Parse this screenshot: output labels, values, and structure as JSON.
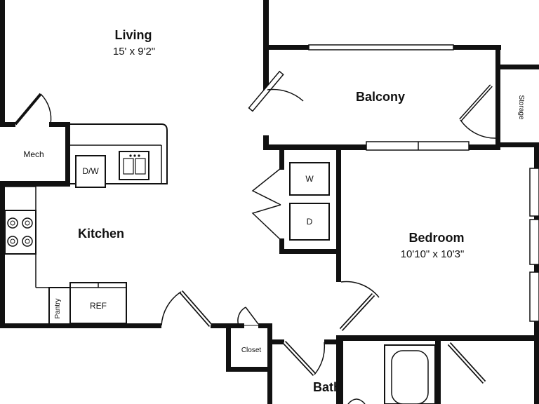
{
  "rooms": {
    "living": {
      "name": "Living",
      "dimensions": "15' x 9'2\""
    },
    "balcony": {
      "name": "Balcony"
    },
    "storage": {
      "name": "Storage"
    },
    "mech": {
      "name": "Mech"
    },
    "kitchen": {
      "name": "Kitchen"
    },
    "bedroom": {
      "name": "Bedroom",
      "dimensions": "10'10\" x 10'3\""
    },
    "closet": {
      "name": "Closet"
    },
    "bath": {
      "name": "Bath"
    },
    "pantry": {
      "name": "Pantry"
    }
  },
  "fixtures": {
    "dishwasher": "D/W",
    "refrigerator": "REF",
    "washer": "W",
    "dryer": "D"
  }
}
